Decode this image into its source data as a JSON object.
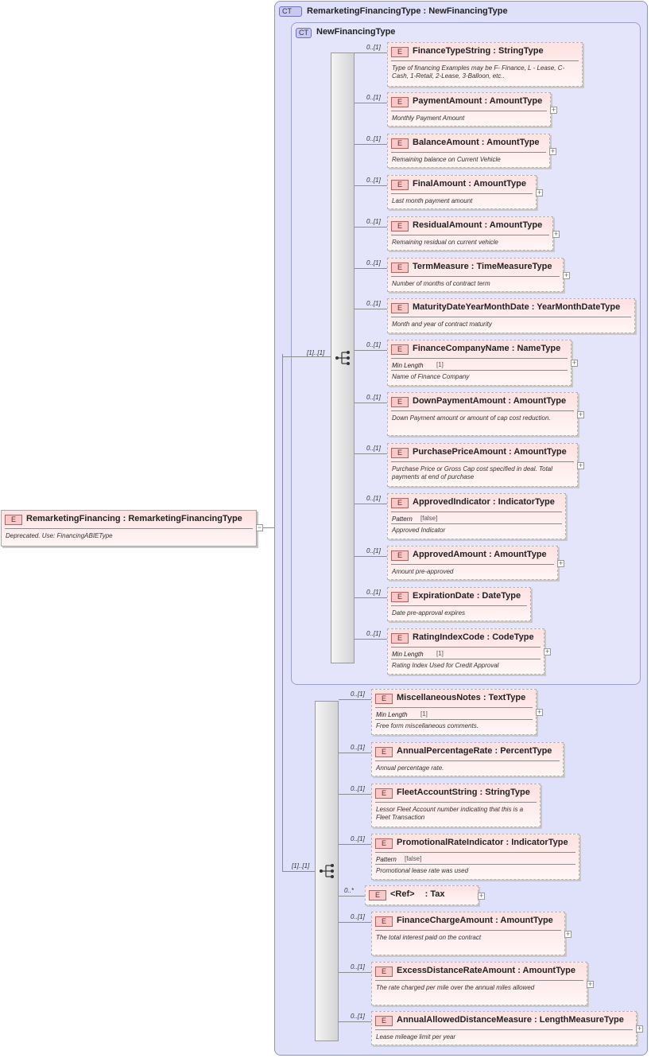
{
  "root": {
    "name": "RemarketingFinancing",
    "type": "RemarketingFinancingType",
    "doc": "Deprecated. Use: FinancingABIEType",
    "badge": "E",
    "toggle": "−"
  },
  "outer_type": {
    "badge": "CT",
    "name": "RemarketingFinancingType",
    "base": "NewFinancingType"
  },
  "inner_type": {
    "badge": "CT",
    "name": "NewFinancingType"
  },
  "sequence_1": {
    "cardinality": "[1]..[1]"
  },
  "sequence_2": {
    "cardinality": "[1]..[1]"
  },
  "labels": {
    "type_separator": " : ",
    "expand": "+"
  },
  "sequence_1_elements": [
    {
      "card": "0..[1]",
      "name": "FinanceTypeString",
      "type": "StringType",
      "doc": "Type of financing Examples may be F- Finance, L - Lease, C-Cash, 1-Retail, 2-Lease, 3-Balloon, etc..",
      "expandable": false
    },
    {
      "card": "0..[1]",
      "name": "PaymentAmount",
      "type": "AmountType",
      "doc": "Monthly Payment Amount",
      "expandable": true
    },
    {
      "card": "0..[1]",
      "name": "BalanceAmount",
      "type": "AmountType",
      "doc": "Remaining balance on Current Vehicle",
      "expandable": true
    },
    {
      "card": "0..[1]",
      "name": "FinalAmount",
      "type": "AmountType",
      "doc": "Last month payment amount",
      "expandable": true
    },
    {
      "card": "0..[1]",
      "name": "ResidualAmount",
      "type": "AmountType",
      "doc": "Remaining residual on current vehicle",
      "expandable": true
    },
    {
      "card": "0..[1]",
      "name": "TermMeasure",
      "type": "TimeMeasureType",
      "doc": "Number of months of contract term",
      "expandable": true
    },
    {
      "card": "0..[1]",
      "name": "MaturityDateYearMonthDate",
      "type": "YearMonthDateType",
      "doc": "Month and year of contract maturity",
      "expandable": false
    },
    {
      "card": "0..[1]",
      "name": "FinanceCompanyName",
      "type": "NameType",
      "facet": "Min Length",
      "facet_value": "[1]",
      "doc": "Name of Finance Company",
      "expandable": true
    },
    {
      "card": "0..[1]",
      "name": "DownPaymentAmount",
      "type": "AmountType",
      "doc": "Down Payment amount or amount of cap cost reduction.",
      "expandable": true
    },
    {
      "card": "0..[1]",
      "name": "PurchasePriceAmount",
      "type": "AmountType",
      "doc": "Purchase Price or Gross Cap cost specified in deal. Total payments at end of purchase",
      "expandable": true
    },
    {
      "card": "0..[1]",
      "name": "ApprovedIndicator",
      "type": "IndicatorType",
      "facet": "Pattern",
      "facet_value": "[false]",
      "doc": "Approved Indicator",
      "expandable": false
    },
    {
      "card": "0..[1]",
      "name": "ApprovedAmount",
      "type": "AmountType",
      "doc": "Amount pre-approved",
      "expandable": true
    },
    {
      "card": "0..[1]",
      "name": "ExpirationDate",
      "type": "DateType",
      "doc": "Date pre-approval expires",
      "expandable": false
    },
    {
      "card": "0..[1]",
      "name": "RatingIndexCode",
      "type": "CodeType",
      "facet": "Min Length",
      "facet_value": "[1]",
      "doc": "Rating Index Used for Credit Approval",
      "expandable": true
    }
  ],
  "sequence_2_elements": [
    {
      "card": "0..[1]",
      "name": "MiscellaneousNotes",
      "type": "TextType",
      "facet": "Min Length",
      "facet_value": "[1]",
      "doc": "Free form miscellaneous comments.",
      "expandable": true
    },
    {
      "card": "0..[1]",
      "name": "AnnualPercentageRate",
      "type": "PercentType",
      "doc": "Annual percentage rate.",
      "expandable": false
    },
    {
      "card": "0..[1]",
      "name": "FleetAccountString",
      "type": "StringType",
      "doc": "Lessor Fleet Account number indicating that this is a Fleet Transaction",
      "expandable": false
    },
    {
      "card": "0..[1]",
      "name": "PromotionalRateIndicator",
      "type": "IndicatorType",
      "facet": "Pattern",
      "facet_value": "[false]",
      "doc": "Promotional lease rate was used",
      "expandable": false
    },
    {
      "card": "0..*",
      "name": "<Ref>",
      "type": "Tax",
      "doc": "",
      "expandable": true,
      "ref": true
    },
    {
      "card": "0..[1]",
      "name": "FinanceChargeAmount",
      "type": "AmountType",
      "doc": "The total interest paid on the contract",
      "expandable": true
    },
    {
      "card": "0..[1]",
      "name": "ExcessDistanceRateAmount",
      "type": "AmountType",
      "doc": "The rate charged per mile over the annual miles allowed",
      "expandable": true
    },
    {
      "card": "0..[1]",
      "name": "AnnualAllowedDistanceMeasure",
      "type": "LengthMeasureType",
      "doc": "Lease mileage limit per year",
      "expandable": true
    }
  ]
}
